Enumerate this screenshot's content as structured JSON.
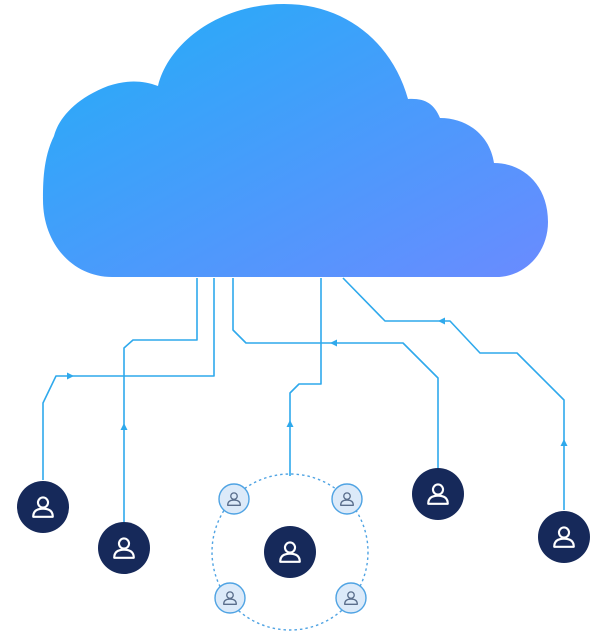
{
  "diagram": {
    "colors": {
      "cloud_gradient_start": "#22AEF7",
      "cloud_gradient_end": "#6A8BFF",
      "connector_line": "#2FA9EC",
      "user_node_fill": "#16295A",
      "user_node_icon": "#ffffff",
      "peer_node_fill": "#DCEAF9",
      "peer_node_stroke": "#4FA3E3",
      "peer_node_icon": "#5A6E8C",
      "group_ring": "#4FA3E3"
    },
    "cloud": {
      "icon": "cloud-shape"
    },
    "users": [
      {
        "id": "user-1",
        "icon": "user-icon"
      },
      {
        "id": "user-2",
        "icon": "user-icon"
      },
      {
        "id": "user-3-group-center",
        "icon": "user-icon"
      },
      {
        "id": "user-4",
        "icon": "user-icon"
      },
      {
        "id": "user-5",
        "icon": "user-icon"
      }
    ],
    "group": {
      "peers": [
        {
          "id": "peer-top-left",
          "icon": "user-icon"
        },
        {
          "id": "peer-top-right",
          "icon": "user-icon"
        },
        {
          "id": "peer-bottom-left",
          "icon": "user-icon"
        },
        {
          "id": "peer-bottom-right",
          "icon": "user-icon"
        }
      ]
    },
    "connections": [
      {
        "from": "user-1",
        "to": "cloud"
      },
      {
        "from": "user-2",
        "to": "cloud"
      },
      {
        "from": "user-3-group-center",
        "to": "cloud"
      },
      {
        "from": "user-4",
        "to": "cloud"
      },
      {
        "from": "user-5",
        "to": "cloud"
      }
    ]
  }
}
